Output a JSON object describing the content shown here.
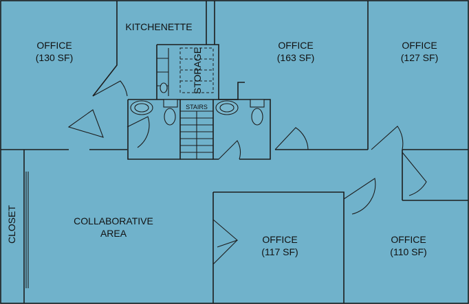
{
  "colors": {
    "floor": "#70b2cb",
    "wall": "#1c1c1c"
  },
  "rooms": {
    "office_top_left": {
      "name": "OFFICE",
      "area": "(130 SF)"
    },
    "kitchenette": {
      "name": "KITCHENETTE"
    },
    "storage": {
      "name": "STORAGE"
    },
    "stairs": {
      "name": "STAIRS"
    },
    "office_top_middle": {
      "name": "OFFICE",
      "area": "(163 SF)"
    },
    "office_top_right": {
      "name": "OFFICE",
      "area": "(127 SF)"
    },
    "collaborative_area": {
      "name_line1": "COLLABORATIVE",
      "name_line2": "AREA"
    },
    "closet": {
      "name": "CLOSET"
    },
    "office_bottom_middle": {
      "name": "OFFICE",
      "area": "(117 SF)"
    },
    "office_bottom_right": {
      "name": "OFFICE",
      "area": "(110 SF)"
    }
  },
  "icons": [
    "door-swing-icon",
    "toilet-icon",
    "sink-icon",
    "stairs-icon"
  ]
}
